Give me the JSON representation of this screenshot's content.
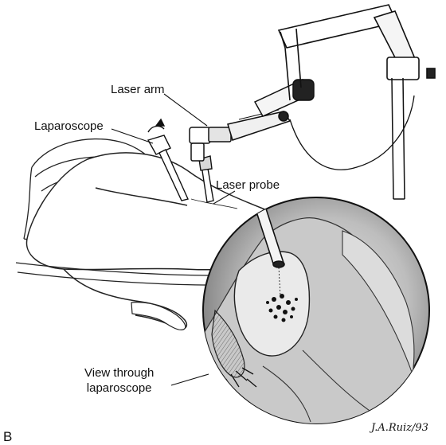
{
  "labels": {
    "laser_arm": "Laser arm",
    "laparoscope": "Laparoscope",
    "laser_probe": "Laser probe",
    "view_line1": "View through",
    "view_line2": "laparoscope",
    "panel": "B"
  },
  "signature": "J.A.Ruiz/93",
  "colors": {
    "ink": "#111111",
    "shade": "#8a8a8a",
    "paper": "#ffffff"
  }
}
